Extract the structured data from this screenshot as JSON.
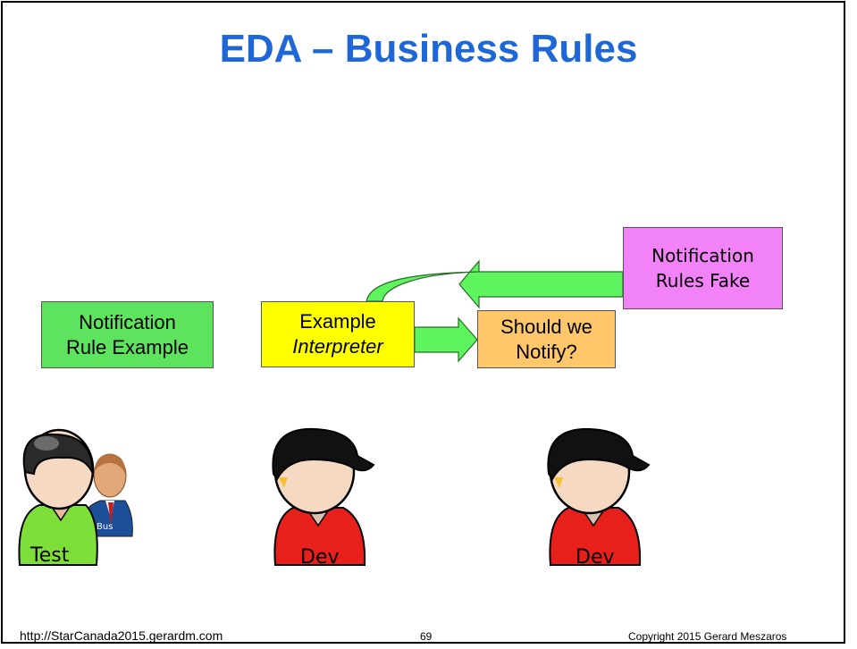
{
  "slide": {
    "title": "EDA – Business Rules",
    "footer_url": "http://StarCanada2015.gerardm.com",
    "page_number": "69",
    "copyright": "Copyright 2015 Gerard Meszaros"
  },
  "boxes": {
    "notification_rule_example": {
      "line1": "Notification",
      "line2": "Rule Example",
      "color": "#5ee35e"
    },
    "example_interpreter": {
      "line1": "Example",
      "line2": "Interpreter",
      "color": "#ffff00"
    },
    "should_we_notify": {
      "line1": "Should we",
      "line2": "Notify?",
      "color": "#ffc76a"
    },
    "notification_rules_fake": {
      "line1": "Notification",
      "line2": "Rules Fake",
      "color": "#f282f7"
    }
  },
  "people": {
    "tester": {
      "shirt_label": "Test",
      "badge": "Bus",
      "shirt_color": "#7ede3a"
    },
    "dev1": {
      "shirt_label": "Dev",
      "shirt_color": "#e8201c"
    },
    "dev2": {
      "shirt_label": "Dev",
      "shirt_color": "#e8201c"
    }
  },
  "arrow_color": "#5ff55f"
}
